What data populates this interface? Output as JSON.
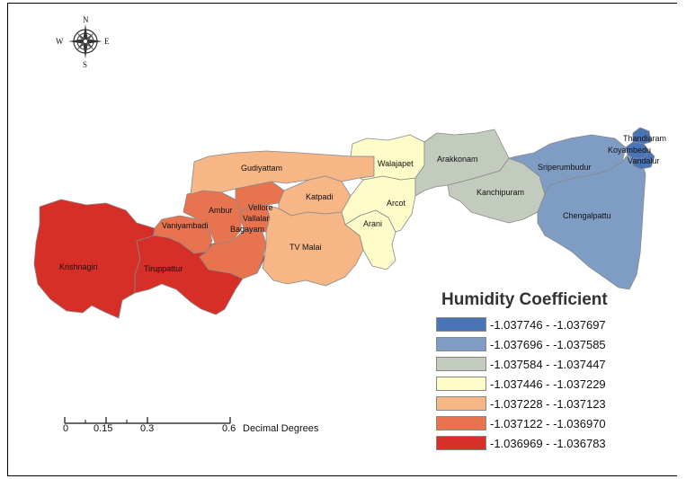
{
  "compass": {
    "n": "N",
    "s": "S",
    "e": "E",
    "w": "W"
  },
  "legend": {
    "title": "Humidity Coefficient",
    "classes": [
      {
        "range": "-1.037746 - -1.037697",
        "color": "#4a74b8"
      },
      {
        "range": "-1.037696 - -1.037585",
        "color": "#7f9cc5"
      },
      {
        "range": "-1.037584 - -1.037447",
        "color": "#c3cbbf"
      },
      {
        "range": "-1.037446 - -1.037229",
        "color": "#fdfbc8"
      },
      {
        "range": "-1.037228 - -1.037123",
        "color": "#f6b685"
      },
      {
        "range": "-1.037122 - -1.036970",
        "color": "#e8734f"
      },
      {
        "range": "-1.036969 - -1.036783",
        "color": "#d62f27"
      }
    ]
  },
  "scale": {
    "ticks": [
      "0",
      "0.15",
      "0.3",
      "0.6"
    ],
    "unit": "Decimal Degrees"
  },
  "districts": {
    "krishnagiri": "Krishnagiri",
    "tiruppattur": "Tiruppattur",
    "vaniyambadi": "Vaniyambadi",
    "ambur": "Ambur",
    "vellore": "Vellore",
    "vallalar": "Vallalar",
    "bagayam": "Bagayam",
    "gudiyattam": "Gudiyattam",
    "katpadi": "Katpadi",
    "tv_malai": "TV Malai",
    "walajapet": "Walajapet",
    "arcot": "Arcot",
    "arani": "Arani",
    "arakkonam": "Arakkonam",
    "kanchipuram": "Kanchipuram",
    "sriperumbudur": "Sriperumbudur",
    "chengalpattu": "Chengalpattu",
    "thandiaram": "Thandiaram",
    "koyambedu": "Koyambedu",
    "vandalur": "Vandalur"
  }
}
